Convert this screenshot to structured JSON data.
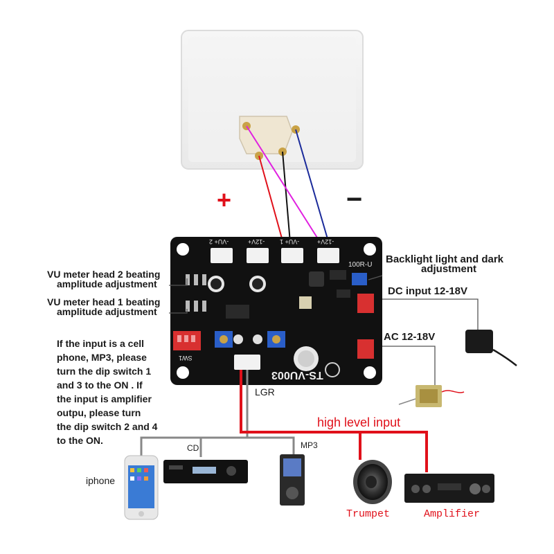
{
  "plus_sign": "+",
  "minus_sign": "−",
  "labels": {
    "backlight": [
      "Backlight light and dark",
      "adjustment"
    ],
    "vu2": [
      "VU meter head 2 beating",
      "amplitude adjustment"
    ],
    "vu1": [
      "VU meter head 1 beating",
      "amplitude adjustment"
    ],
    "dc_input": "DC input 12-18V",
    "ac_input": "AC 12-18V",
    "note": [
      "If the input is a cell",
      "phone, MP3, please",
      "turn the dip switch 1",
      "and 3 to the ON . If",
      "the input is amplifier",
      "outpu, please turn",
      "the dip switch 2 and 4",
      "to the ON."
    ],
    "lgr": "LGR",
    "high_level": "high level input",
    "cd": "CD",
    "mp3": "MP3",
    "iphone": "iphone",
    "trumpet": "Trumpet",
    "amplifier": "Amplifier"
  },
  "board": {
    "model": "TS-VU003",
    "connectors": [
      "-VU+ 2",
      "-12V+",
      "-VU+ 1",
      "-12V+"
    ],
    "pot_label": "100R-U",
    "dip_label": "SW1"
  },
  "colors": {
    "pcb": "#111111",
    "wire_red": "#e0101a",
    "wire_magenta": "#e020e0",
    "wire_blue": "#1a2a9a",
    "wire_black": "#111111",
    "gray_wire": "#888888",
    "dip_switch": "#d83030",
    "pot": "#2a5ec8"
  }
}
